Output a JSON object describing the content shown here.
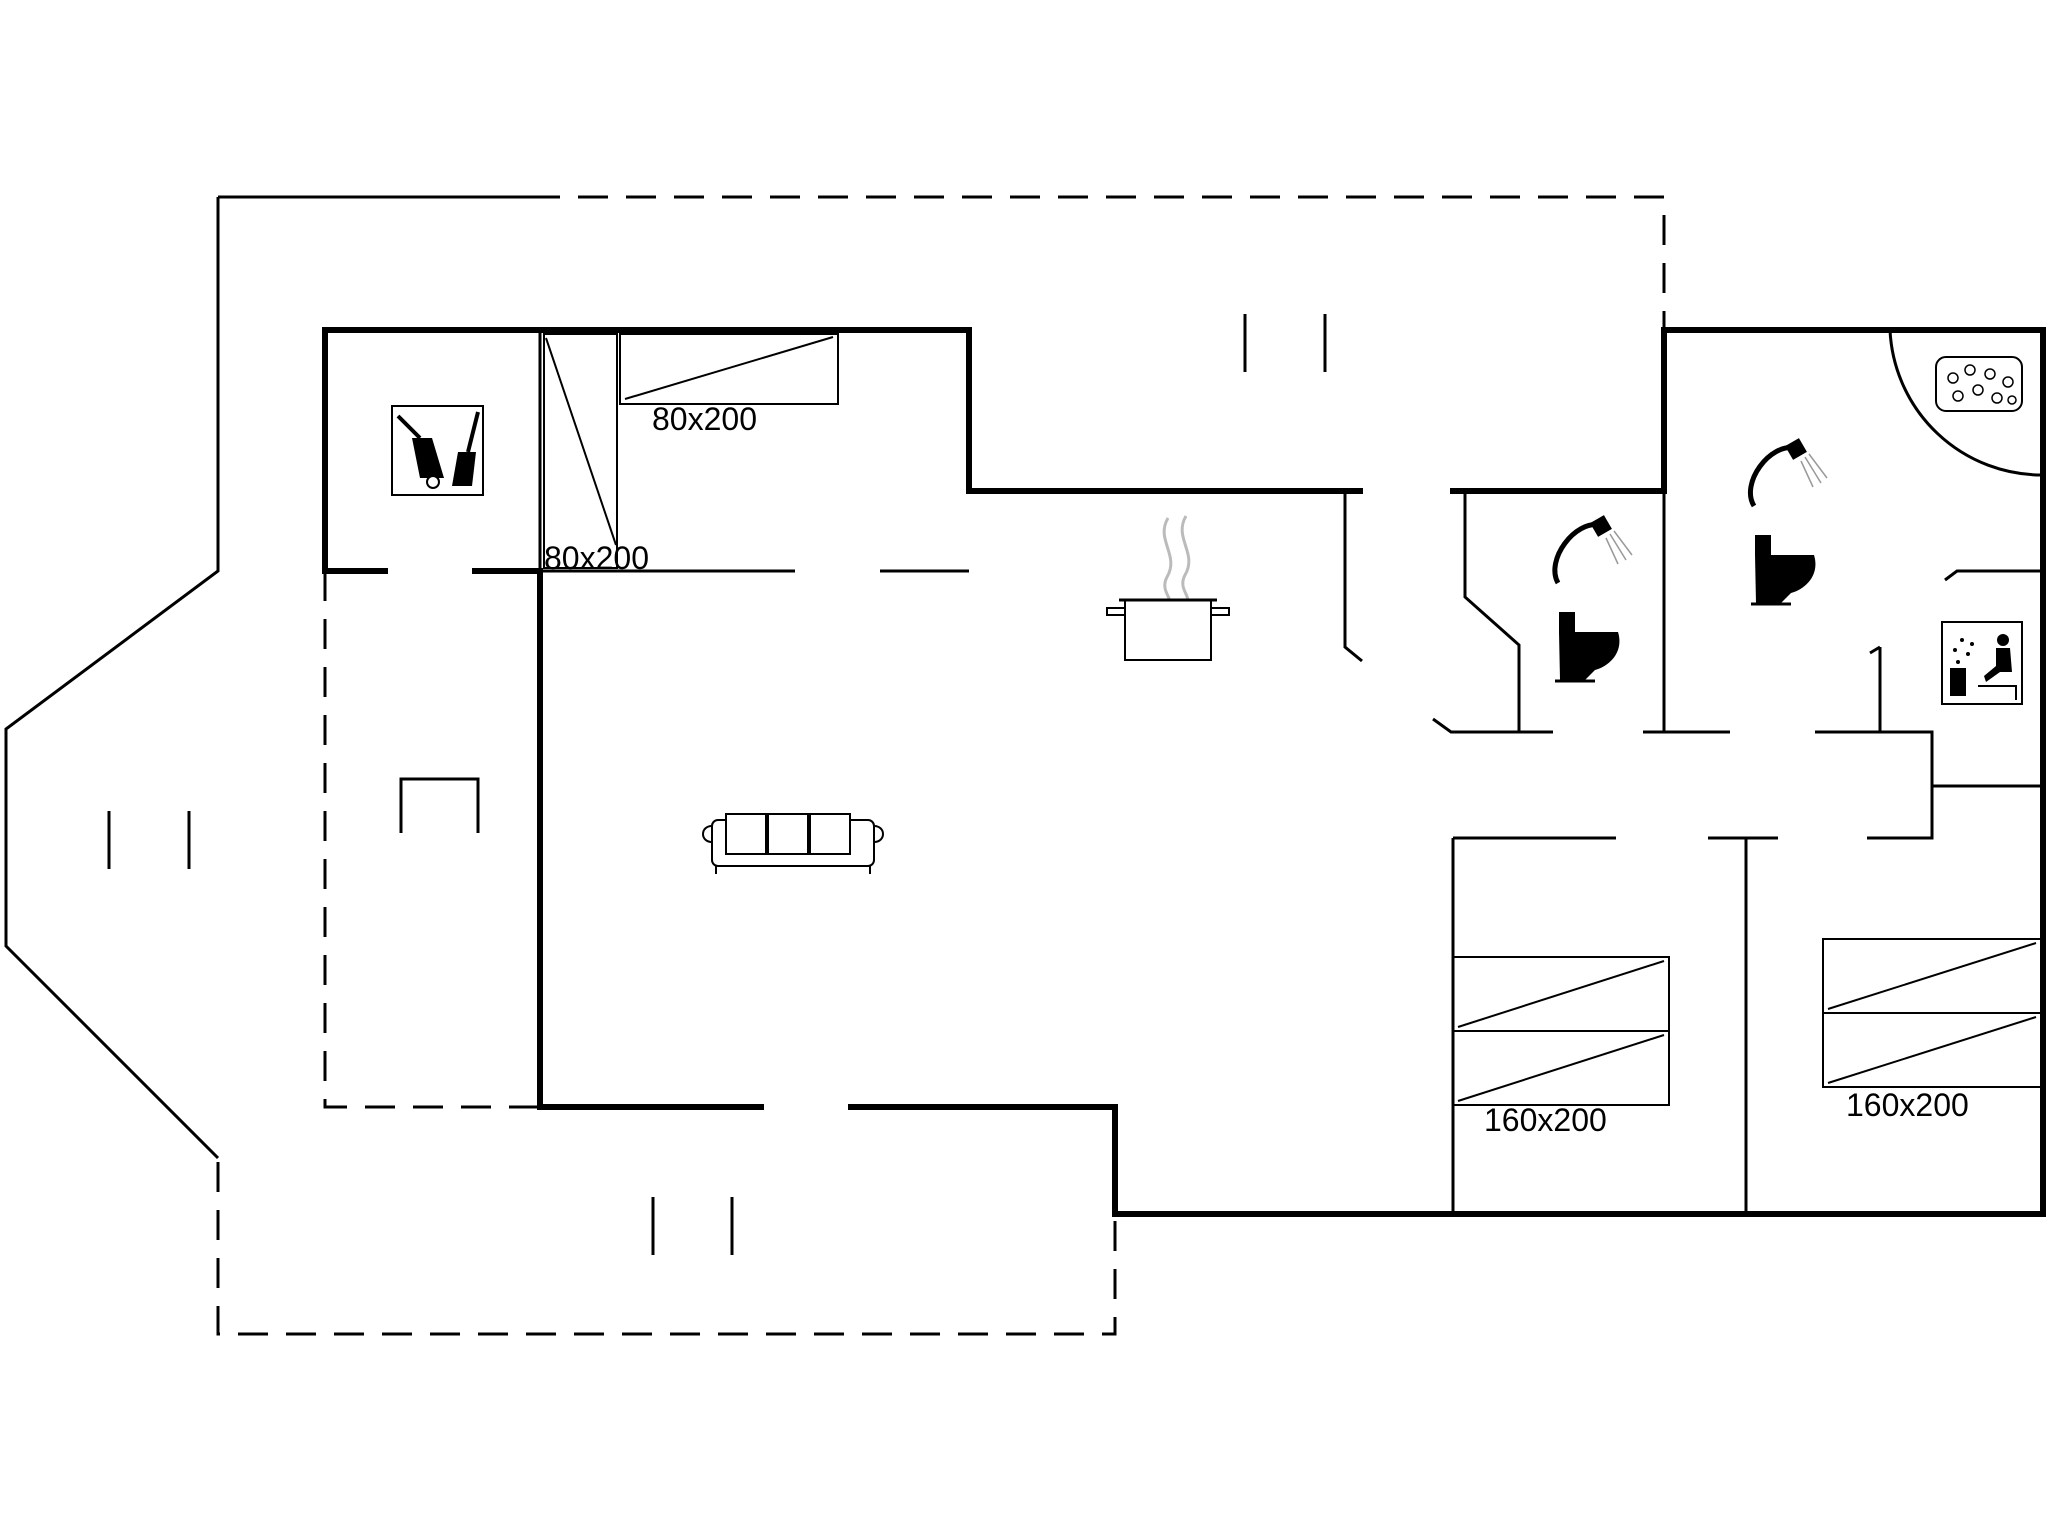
{
  "bed_labels": {
    "single_top": "80x200",
    "single_side": "80x200",
    "double_left": "160x200",
    "double_right": "160x200"
  },
  "icons": [
    "storage-icon",
    "kitchen-pot-icon",
    "sofa-icon",
    "shower-icon",
    "toilet-icon",
    "whirlpool-icon",
    "sauna-icon",
    "table-icon"
  ]
}
